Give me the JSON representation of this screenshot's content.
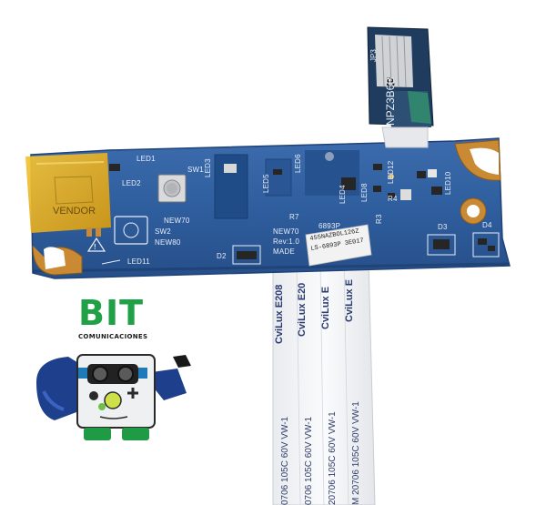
{
  "board": {
    "labels": {
      "led1": "LED1",
      "led2": "LED2",
      "sw1": "SW1",
      "led3": "LED3",
      "led5": "LED5",
      "led6": "LED6",
      "led4": "LED4",
      "led8": "LED8",
      "led12": "LED12",
      "led10": "LED10",
      "led11": "LED11",
      "new70_top": "NEW70",
      "sw2": "SW2",
      "new80": "NEW80",
      "d2": "D2",
      "d3": "D3",
      "d4": "D4",
      "r4": "R4",
      "r3": "R3",
      "r7": "R7",
      "new70_bottom": "NEW70",
      "rev": "Rev:1.0",
      "made": "MADE",
      "model": "6893P",
      "vendor": "VENDOR",
      "sticker1": "455NAZBOL126Z",
      "sticker2": "LS-6893P 3E017",
      "flex_code": "NPZ3B6B",
      "flex_jp": "JP3",
      "flex_mark": "B"
    }
  },
  "ribbon": {
    "cvilux_lines": [
      "CviLux E208",
      "CviLux E20",
      "CviLux E",
      "CviLux E"
    ],
    "spec_lines": [
      "0706 105C 60V VW-1",
      "0706 105C 60V VW-1",
      "20706 105C 60V VW-1",
      "M 20706 105C 60V VW-1"
    ]
  },
  "logo": {
    "title": "BIT",
    "subtitle": "COMUNICACIONES"
  },
  "colors": {
    "pcb_blue": "#2f5e9e",
    "gold_pad": "#c98a33",
    "kapton": "#e8b21a",
    "logo_green": "#21a147",
    "ribbon_white": "#f5f6f8"
  }
}
